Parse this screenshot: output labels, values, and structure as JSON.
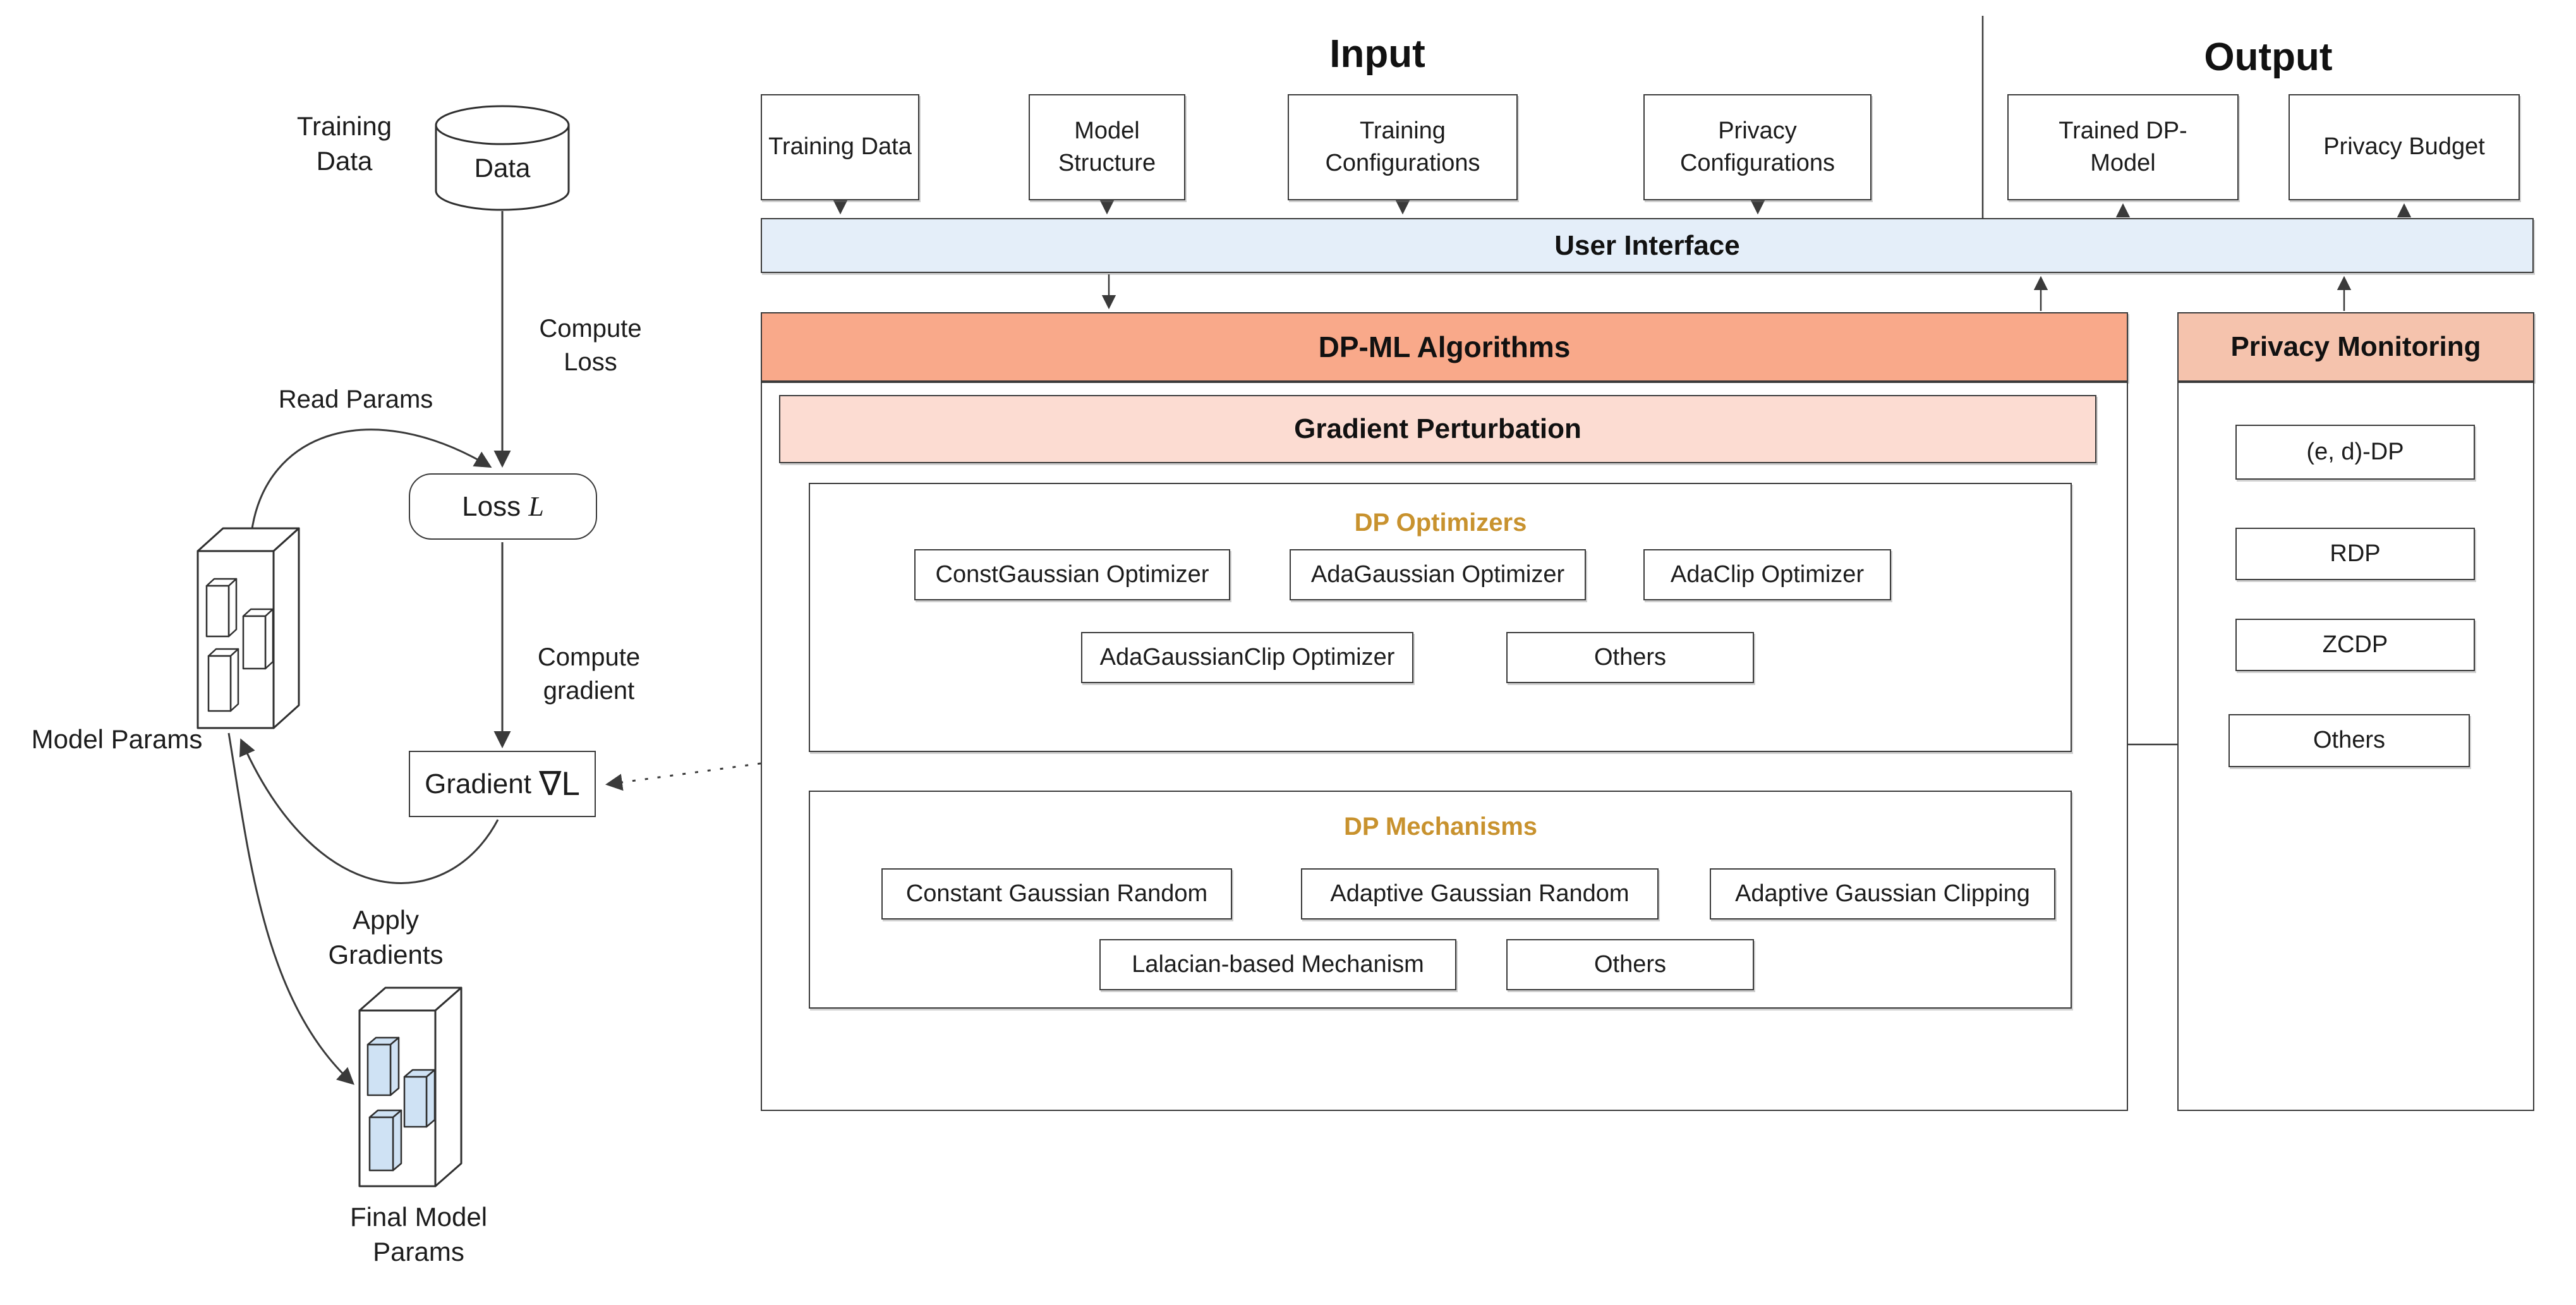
{
  "training_loop": {
    "training_data_label": "Training Data",
    "data_cylinder_label": "Data",
    "compute_loss_label": "Compute Loss",
    "read_params_label": "Read Params",
    "loss_box_prefix": "Loss",
    "loss_box_symbol": "L",
    "compute_gradient_label": "Compute gradient",
    "gradient_box_prefix": "Gradient",
    "gradient_box_symbol": "∇L",
    "model_params_label": "Model Params",
    "apply_gradients_label": "Apply Gradients",
    "final_model_params_label": "Final Model Params"
  },
  "input_section": {
    "title": "Input",
    "boxes": [
      "Training Data",
      "Model Structure",
      "Training Configurations",
      "Privacy Configurations"
    ]
  },
  "output_section": {
    "title": "Output",
    "boxes": [
      "Trained DP-Model",
      "Privacy Budget"
    ]
  },
  "user_interface": {
    "label": "User Interface"
  },
  "dp_ml": {
    "title": "DP-ML Algorithms",
    "gradient_perturbation_title": "Gradient Perturbation",
    "dp_optimizers": {
      "title": "DP Optimizers",
      "row1": [
        "ConstGaussian Optimizer",
        "AdaGaussian Optimizer",
        "AdaClip Optimizer"
      ],
      "row2": [
        "AdaGaussianClip Optimizer",
        "Others"
      ]
    },
    "dp_mechanisms": {
      "title": "DP Mechanisms",
      "row1": [
        "Constant Gaussian Random",
        "Adaptive Gaussian Random",
        "Adaptive Gaussian Clipping"
      ],
      "row2": [
        "Lalacian-based Mechanism",
        "Others"
      ]
    }
  },
  "privacy_monitoring": {
    "title": "Privacy Monitoring",
    "boxes": [
      "(e, d)-DP",
      "RDP",
      "ZCDP",
      "Others"
    ]
  },
  "colors": {
    "ui_bar": "#e4eef9",
    "dpml_bar": "#f9a98a",
    "privacy_bar": "#f5c3ad",
    "gradient_perturbation_bar": "#fcdcd2",
    "gold_text": "#c8922e",
    "param_block_blue": "#cfe2f4",
    "line": "#3a3a3a"
  }
}
